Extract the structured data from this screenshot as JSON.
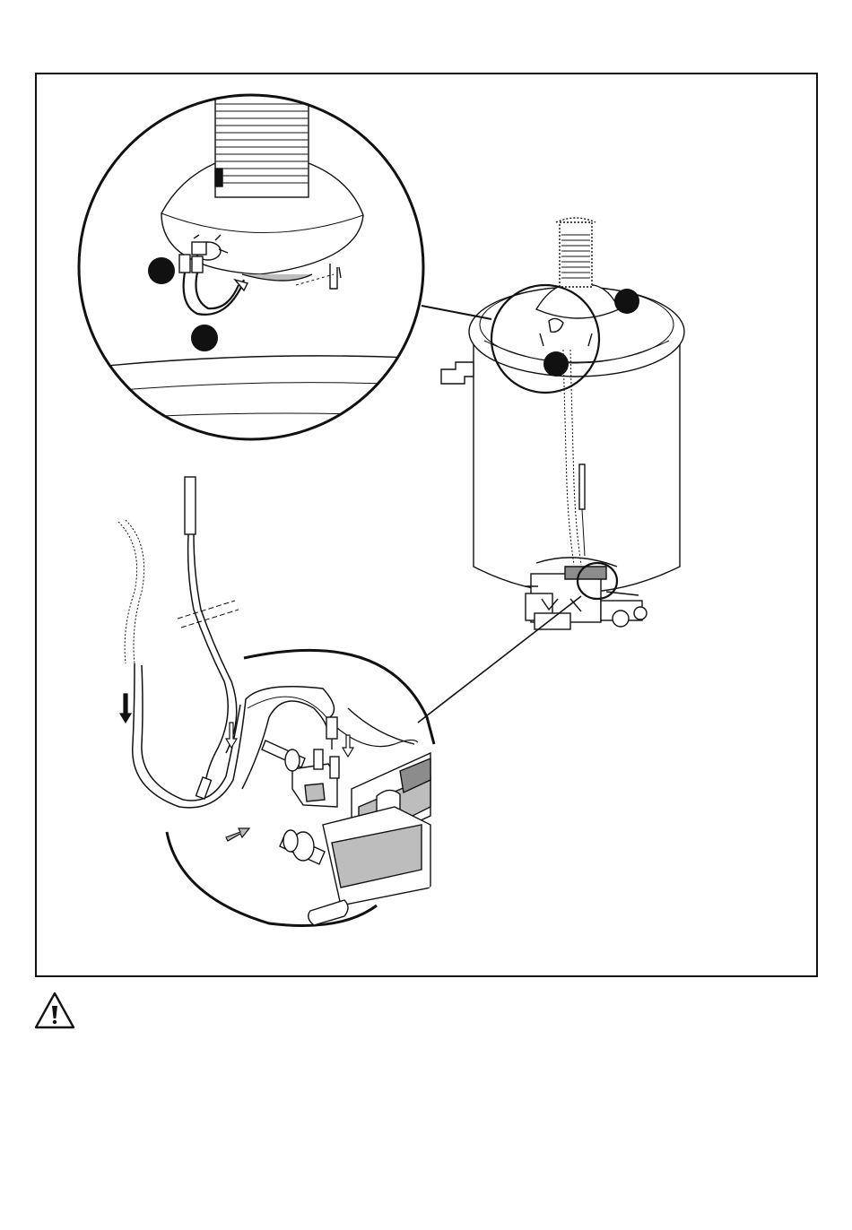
{
  "figure": {
    "description_free": true,
    "callout_markers": [
      {
        "id": "marker-1",
        "style": "filled-circle"
      },
      {
        "id": "marker-2",
        "style": "filled-circle"
      },
      {
        "id": "marker-3",
        "style": "filled-circle"
      },
      {
        "id": "marker-4",
        "style": "filled-circle"
      }
    ],
    "icons": {
      "warning": "warning-triangle-icon"
    },
    "colors": {
      "line": "#111111",
      "shade": "#bdbdbd",
      "dark_shade": "#8c8c8c",
      "background": "#ffffff"
    }
  }
}
